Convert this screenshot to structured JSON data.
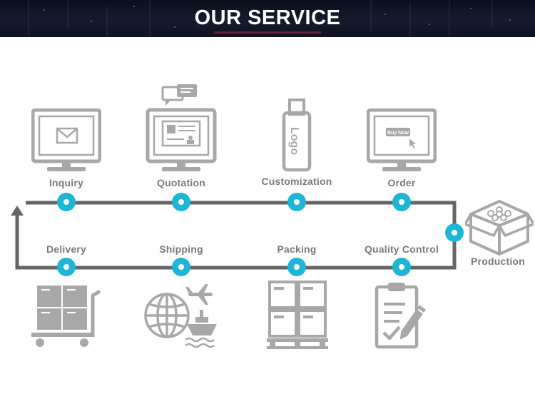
{
  "header": {
    "title": "OUR SERVICE"
  },
  "steps_top": [
    {
      "label": "Inquiry",
      "icon": "monitor-envelope-icon"
    },
    {
      "label": "Quotation",
      "icon": "monitor-id-card-icon"
    },
    {
      "label": "Customization",
      "icon": "usb-logo-icon"
    },
    {
      "label": "Order",
      "icon": "monitor-buy-now-icon"
    }
  ],
  "usb_text": "Logo",
  "buy_now_text": "Buy Now",
  "step_right": {
    "label": "Production",
    "icon": "boxes-icon"
  },
  "steps_bottom": [
    {
      "label": "Delivery",
      "icon": "cart-boxes-icon"
    },
    {
      "label": "Shipping",
      "icon": "globe-plane-ship-icon"
    },
    {
      "label": "Packing",
      "icon": "pallet-boxes-icon"
    },
    {
      "label": "Quality Control",
      "icon": "clipboard-check-icon"
    }
  ],
  "colors": {
    "line": "#656565",
    "node": "#1fb5d6",
    "icon": "#a8a8a8",
    "label": "#7a7a7a"
  }
}
